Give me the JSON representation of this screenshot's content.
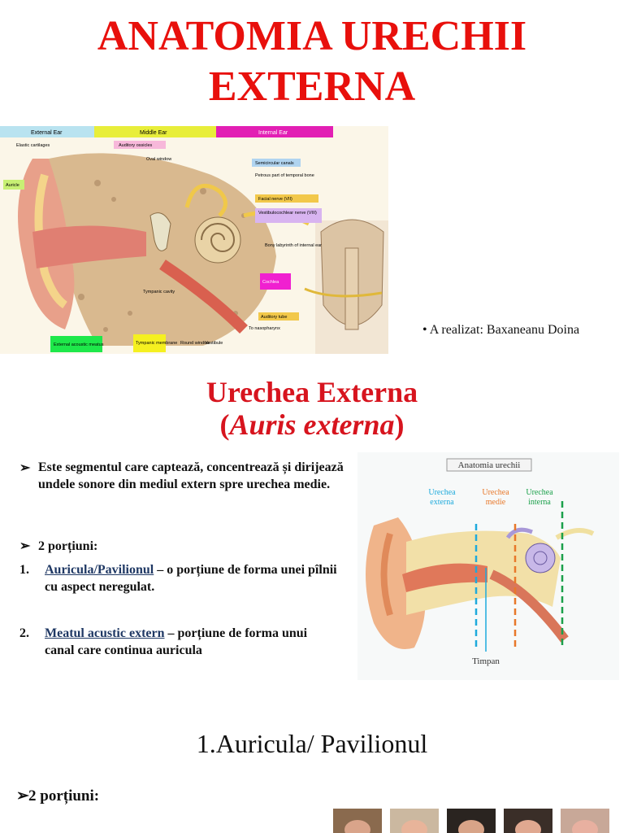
{
  "slide1": {
    "title_line1": "ANATOMIA URECHII",
    "title_line2": "EXTERNA",
    "author_bullet": "•",
    "author": "A realizat: Baxaneanu Doina",
    "figure": {
      "header_external": "External Ear",
      "header_middle": "Middle Ear",
      "header_internal": "Internal Ear",
      "labels": {
        "elastic_cartilages": "Elastic cartilages",
        "auditory_ossicles": "Auditory ossicles",
        "oval_window": "Oval window",
        "semicircular_canals": "Semicircular canals",
        "petrous_part": "Petrous part of temporal bone",
        "auricle": "Auricle",
        "facial_nerve": "Facial nerve (VII)",
        "vestibulocochlear": "Vestibulocochlear nerve (VIII)",
        "bony_labyrinth": "Bony labyrinth of internal ear",
        "cochlea": "Cochlea",
        "tympanic_cavity": "Tympanic cavity",
        "auditory_tube": "Auditory tube",
        "to_nasopharynx": "To nasopharynx",
        "external_meatus": "External acoustic meatus",
        "tympanic_membrane": "Tympanic membrane",
        "round_window": "Round window",
        "vestibule": "Vestibule"
      }
    }
  },
  "slide2": {
    "title": "Urechea Externa",
    "subtitle_open": "(",
    "subtitle_italic": "Auris externa",
    "subtitle_close": ")",
    "bullet_marker": "➢",
    "bullet1": "Este segmentul care captează, concentrează și dirijează undele sonore din mediul extern spre urechea medie.",
    "bullet2": "2 porțiuni:",
    "item1_num": "1.",
    "item1_link": "Auricula/Pavilionul",
    "item1_text": " – o porțiune de forma unei pîlnii cu aspect neregulat.",
    "item2_num": "2.",
    "item2_link": "Meatul acustic extern",
    "item2_text": " – porțiune de forma unui canal care continua auricula",
    "figure": {
      "title": "Anatomia urechii",
      "external": "Urechea externa",
      "middle": "Urechea medie",
      "internal": "Urechea interna",
      "timpan": "Timpan"
    }
  },
  "slide3": {
    "title": "1.Auricula/ Pavilionul",
    "bullet_marker": "➢",
    "bullet": "2 porțiuni:"
  },
  "colors": {
    "title_red": "#e8100c",
    "heading_red": "#d7141e",
    "link_blue": "#1f3864",
    "external_blue": "#1eaadc",
    "middle_orange": "#e8782a",
    "internal_green": "#1aa04a"
  }
}
